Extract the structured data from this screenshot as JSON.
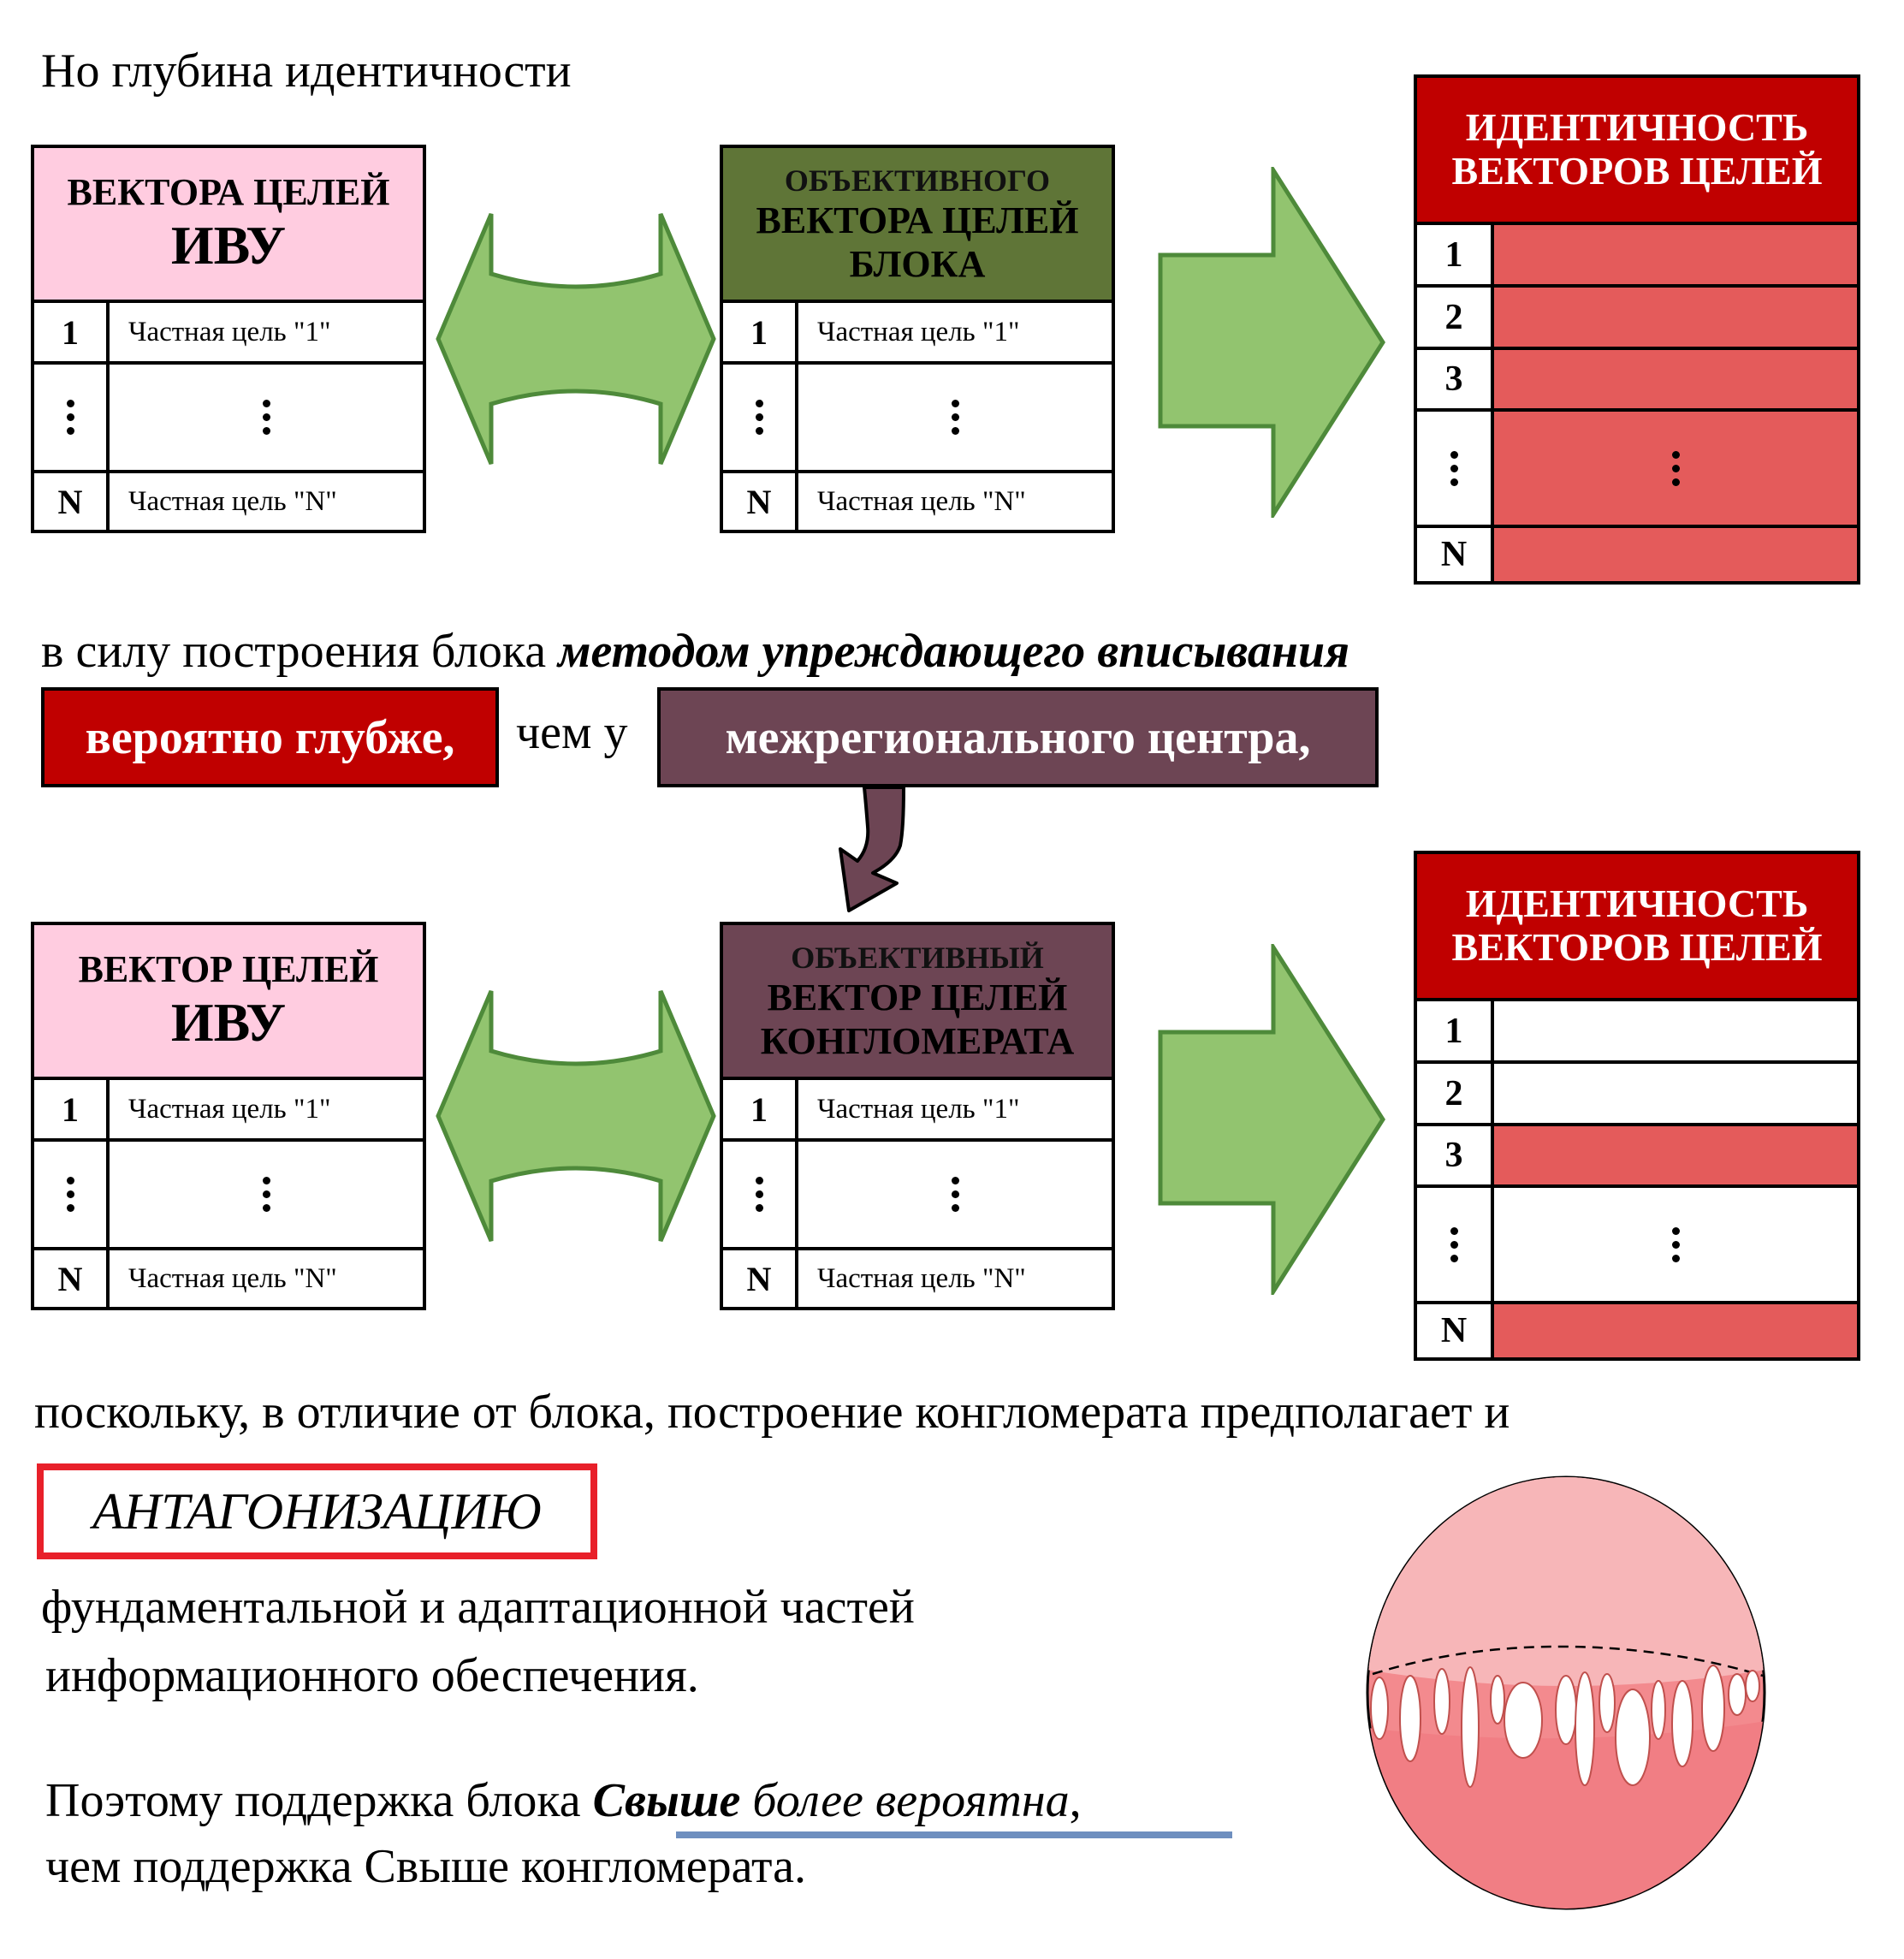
{
  "row1": {
    "intro_text": "Но глубина идентичности",
    "left_table": {
      "title_line1": "ВЕКТОРА ЦЕЛЕЙ",
      "title_line2": "ИВУ",
      "rows": [
        {
          "num": "1",
          "label": "Частная цель \"1\""
        },
        {
          "num": "⋮",
          "label": "⋮"
        },
        {
          "num": "N",
          "label": "Частная цель \"N\""
        }
      ]
    },
    "mid_table": {
      "title_line1": "ОБЪЕКТИВНОГО",
      "title_line2": "ВЕКТОРА ЦЕЛЕЙ",
      "title_line3": "БЛОКА",
      "rows": [
        {
          "num": "1",
          "label": "Частная цель \"1\""
        },
        {
          "num": "⋮",
          "label": "⋮"
        },
        {
          "num": "N",
          "label": "Частная цель \"N\""
        }
      ]
    },
    "identity_table": {
      "title_line1": "ИДЕНТИЧНОСТЬ",
      "title_line2": "ВЕКТОРОВ ЦЕЛЕЙ",
      "rows": [
        {
          "num": "1",
          "state": "red"
        },
        {
          "num": "2",
          "state": "red"
        },
        {
          "num": "3",
          "state": "red"
        },
        {
          "num": "⋮",
          "state": "red"
        },
        {
          "num": "N",
          "state": "red"
        }
      ]
    }
  },
  "middle_text": {
    "line1_plain": "в силу построения блока",
    "line1_emph": "методом упреждающего вписывания",
    "highlight_red": "вероятно глубже,",
    "connector": "чем у",
    "highlight_plum": "межрегионального центра,"
  },
  "row2": {
    "left_table": {
      "title_line1": "ВЕКТОР ЦЕЛЕЙ",
      "title_line2": "ИВУ",
      "rows": [
        {
          "num": "1",
          "label": "Частная цель \"1\""
        },
        {
          "num": "⋮",
          "label": "⋮"
        },
        {
          "num": "N",
          "label": "Частная цель \"N\""
        }
      ]
    },
    "mid_table": {
      "title_line1": "ОБЪЕКТИВНЫЙ",
      "title_line2": "ВЕКТОР ЦЕЛЕЙ",
      "title_line3": "КОНГЛОМЕРАТА",
      "rows": [
        {
          "num": "1",
          "label": "Частная цель \"1\""
        },
        {
          "num": "⋮",
          "label": "⋮"
        },
        {
          "num": "N",
          "label": "Частная цель \"N\""
        }
      ]
    },
    "identity_table": {
      "title_line1": "ИДЕНТИЧНОСТЬ",
      "title_line2": "ВЕКТОРОВ ЦЕЛЕЙ",
      "rows": [
        {
          "num": "1",
          "state": "white"
        },
        {
          "num": "2",
          "state": "white"
        },
        {
          "num": "3",
          "state": "red"
        },
        {
          "num": "⋮",
          "state": "white"
        },
        {
          "num": "N",
          "state": "red"
        }
      ]
    }
  },
  "bottom_text": {
    "line1": "поскольку, в отличие от блока, построение конгломерата предполагает и",
    "antag": "АНТАГОНИЗАЦИЮ",
    "line2": "фундаментальной и адаптационной частей",
    "line3": "информационного обеспечения.",
    "line4_plain": "Поэтому поддержка блока",
    "line4_bold_italic": "Свыше",
    "line4_italic": "более вероятна",
    "line4_comma": ",",
    "line5": "чем поддержка Свыше конгломерата."
  },
  "colors": {
    "pink_header": "#ffcce0",
    "olive_header": "#5f7537",
    "plum_header": "#6d4554",
    "identity_header": "#c00000",
    "identity_fill": "#e45b5b",
    "arrow_fill": "#92c46f",
    "arrow_stroke": "#4e8a3a",
    "antag_border": "#e8202a",
    "underline": "#6e8fbf"
  }
}
